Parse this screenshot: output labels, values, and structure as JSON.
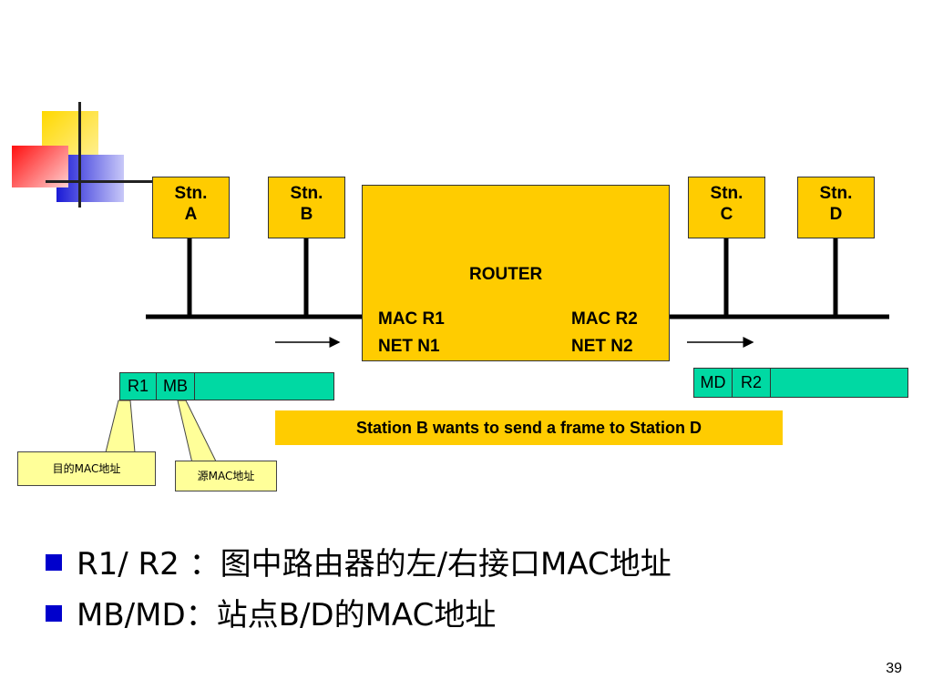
{
  "stations": [
    {
      "label_top": "Stn.",
      "label_bottom": "A"
    },
    {
      "label_top": "Stn.",
      "label_bottom": "B"
    },
    {
      "label_top": "Stn.",
      "label_bottom": "C"
    },
    {
      "label_top": "Stn.",
      "label_bottom": "D"
    }
  ],
  "router": {
    "title": "ROUTER",
    "left_mac": "MAC R1",
    "left_net": "NET N1",
    "right_mac": "MAC R2",
    "right_net": "NET N2"
  },
  "frame_left": {
    "dest": "R1",
    "src": "MB"
  },
  "frame_right": {
    "dest": "MD",
    "src": "R2"
  },
  "caption": "Station B wants to send a frame to Station D",
  "callouts": {
    "dest": "目的MAC地址",
    "src": "源MAC地址"
  },
  "bullets": [
    "R1/ R2 ：图中路由器的左/右接口MAC地址",
    "MB/MD：站点B/D的MAC地址"
  ],
  "page_number": "39",
  "colors": {
    "station": "#ffcc00",
    "frame": "#00d9a3",
    "callout": "#ffff99",
    "bullet": "#0000cc"
  }
}
